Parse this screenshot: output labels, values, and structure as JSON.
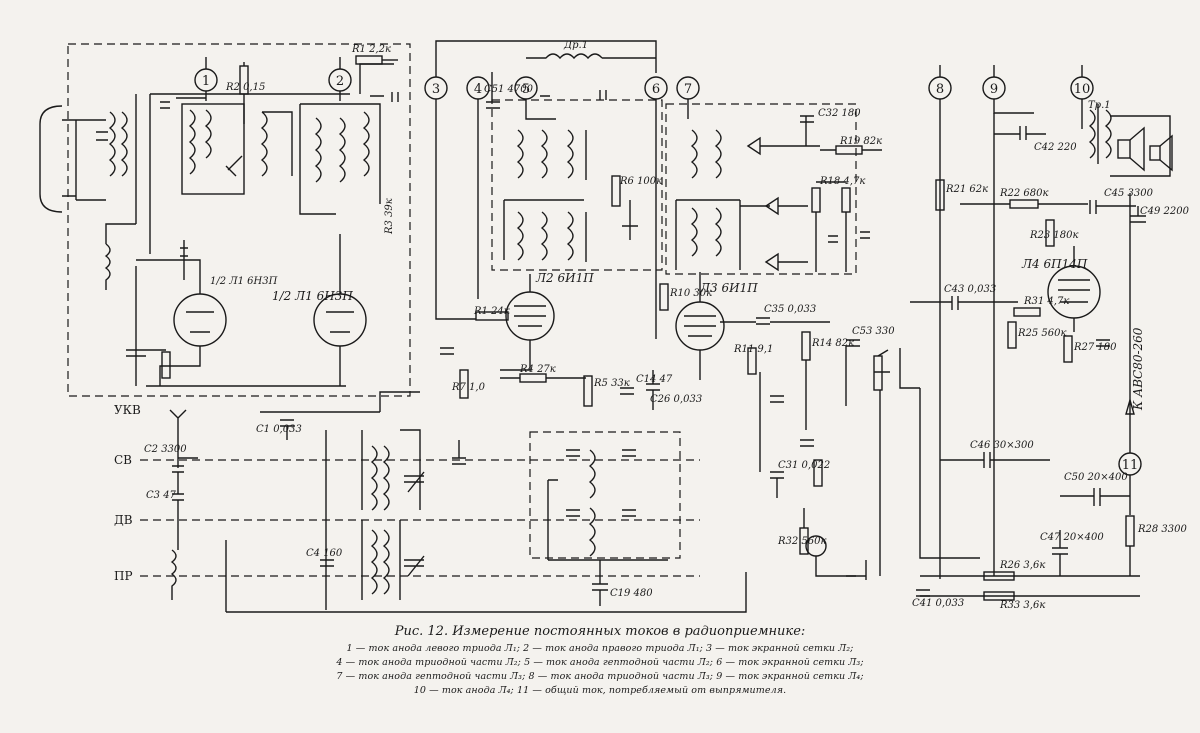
{
  "figure": {
    "caption_title": "Рис. 12. Измерение постоянных токов в радиоприемнике:",
    "legend_lines": [
      "1 — ток анода левого триода Л₁; 2 — ток анода правого триода Л₁; 3 — ток экранной сетки Л₂;",
      "4 — ток анода триодной части Л₂; 5 — ток анода гептодной части Л₂; 6 — ток экранной сетки Л₃;",
      "7 — ток анода гептодной части Л₃; 8 — ток анода триодной части Л₃; 9 — ток экранной сетки Л₄;",
      "10 — ток анода Л₄; 11 — общий ток, потребляемый от выпрямителя."
    ]
  },
  "meters": [
    "1",
    "2",
    "3",
    "4",
    "5",
    "6",
    "7",
    "8",
    "9",
    "10",
    "11"
  ],
  "band_labels": [
    "УКВ",
    "СВ",
    "ДВ",
    "ПР"
  ],
  "tubes": {
    "l1_left": "1/2 Л1 6Н3П",
    "l1_right": "1/2 Л1 6Н3П",
    "l2": "Л2 6И1П",
    "l3": "Л3 6И1П",
    "l4": "Л4 6П14П"
  },
  "rectifier": "К АВС80-260",
  "components": {
    "r1": "R1 2,2к",
    "r1b": "R1 24к",
    "r2": "R2 0,15",
    "r3": "R3 39к",
    "r4": "R4 27к",
    "r5": "R5 33к",
    "r6": "R6 100к",
    "r7": "R7 1,0",
    "r10": "R10 30к",
    "r11": "R11 9,1",
    "r14": "R14 82к",
    "r18": "R18 4,7к",
    "r19": "R19 82к",
    "r21": "R21 62к",
    "r22": "R22 680к",
    "r23": "R23 180к",
    "r25": "R25 560к",
    "r26": "R26 3,6к",
    "r27": "R27 180",
    "r28": "R28 3300",
    "r31": "R31 4,7к",
    "r32": "R32 560к",
    "r33": "R33 3,6к",
    "c2": "C2 3300",
    "c3": "C3 47",
    "c4": "C4 160",
    "c1": "C1 0,033",
    "c14": "C14 47",
    "c19": "C19 480",
    "c26": "C26 0,033",
    "c31": "C31 0,022",
    "c32": "C32 180",
    "c35": "C35 0,033",
    "c42": "C42 220",
    "c43": "C43 0,033",
    "c45": "C45 3300",
    "c46": "C46 30×300",
    "c47": "C47 20×400",
    "c49": "C49 2200",
    "c50": "C50 20×400",
    "c51": "C51 4700",
    "c53": "C53 330",
    "c41": "C41 0,033",
    "dr1": "Др.1",
    "tr1": "Тр.1"
  }
}
